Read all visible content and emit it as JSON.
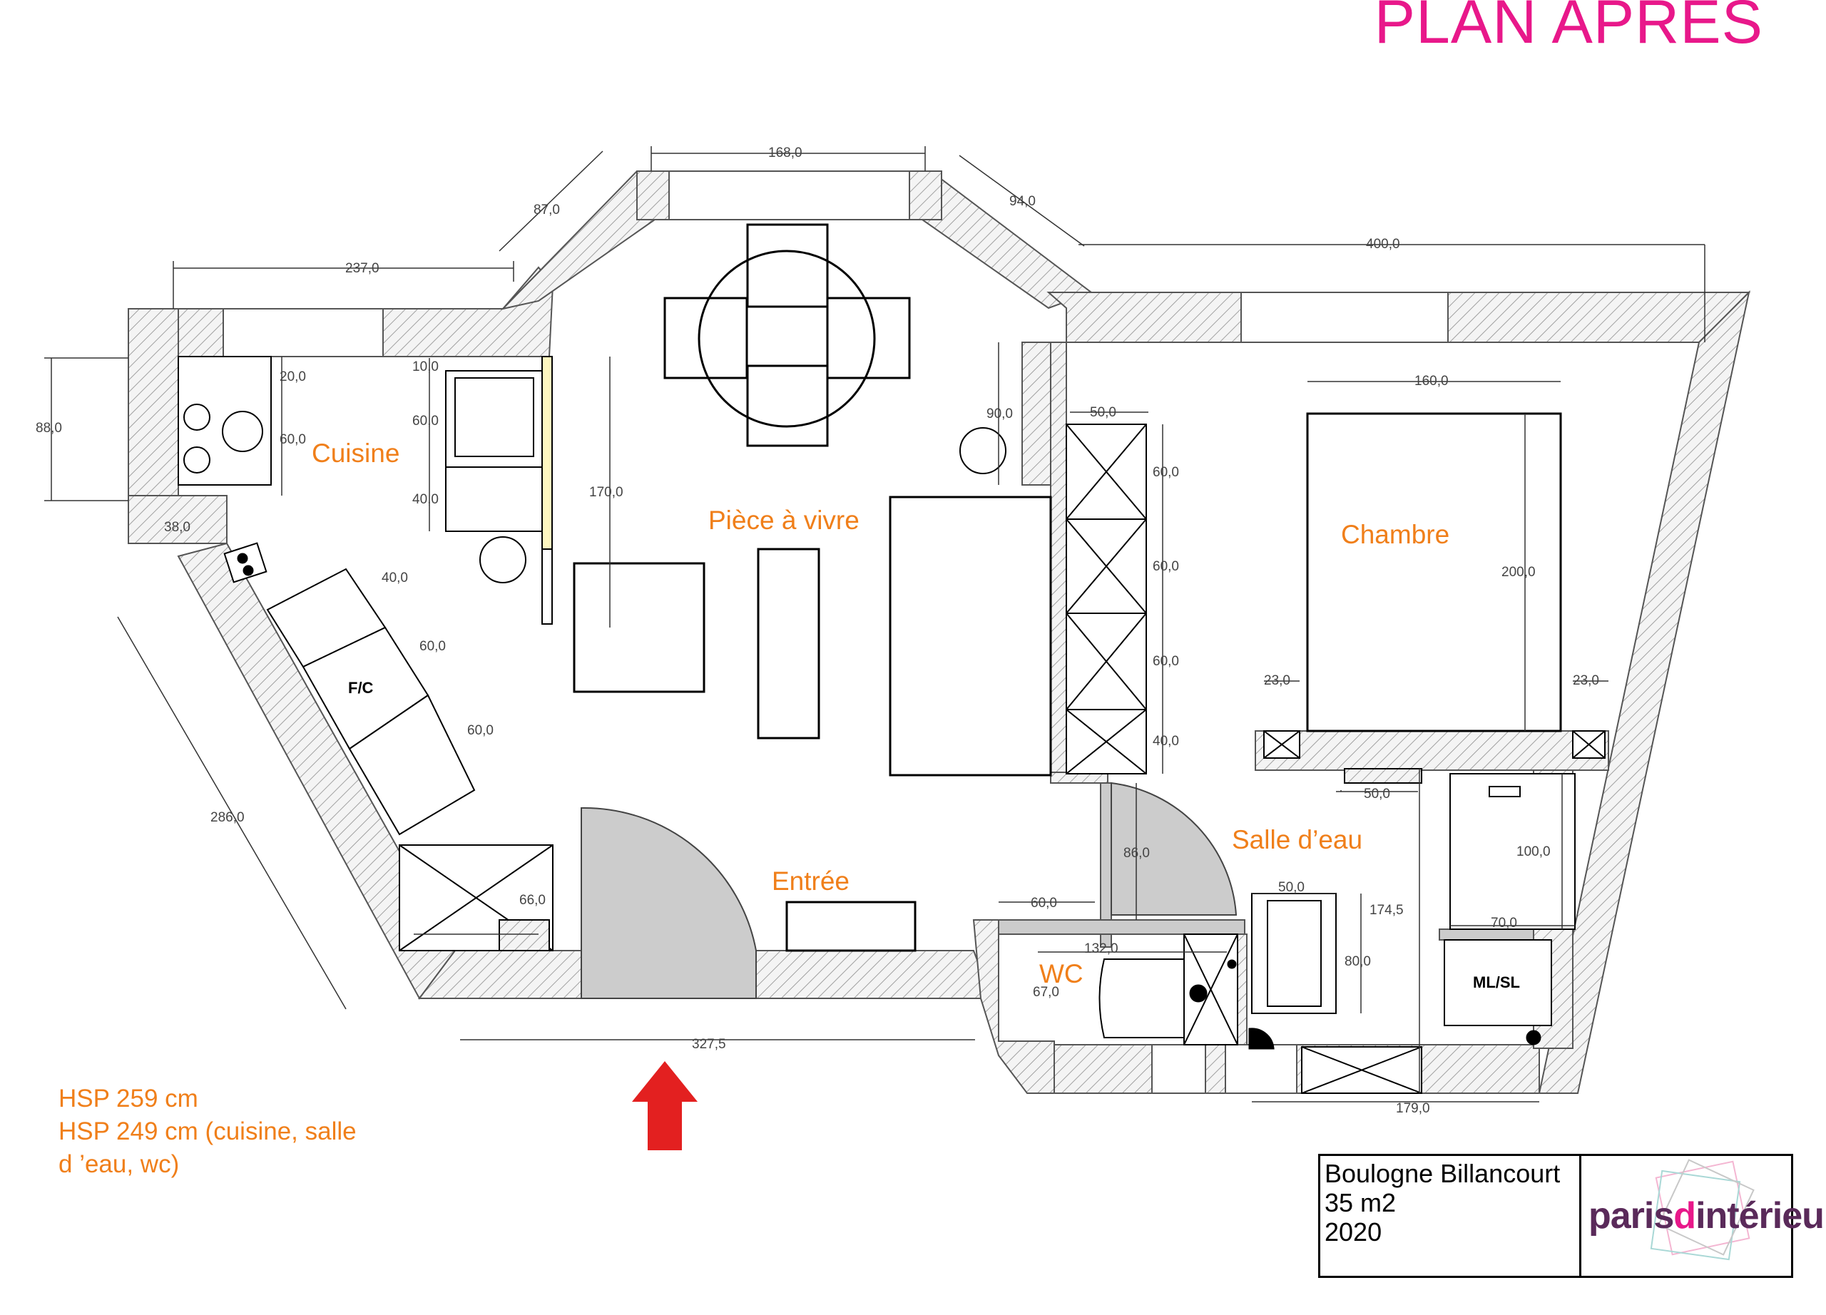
{
  "title": "PLAN APRES",
  "rooms": {
    "cuisine": "Cuisine",
    "piece_a_vivre": "Pièce à vivre",
    "chambre": "Chambre",
    "entree": "Entrée",
    "salle_d_eau": "Salle d’eau",
    "wc": "WC"
  },
  "equipment": {
    "fridge": "F/C",
    "washer": "ML/SL"
  },
  "dimensions": {
    "top_window": "168,0",
    "diag_left": "87,0",
    "diag_right": "94,0",
    "kitchen_width": "237,0",
    "bedroom_width": "400,0",
    "kitchen_height": "88,0",
    "hob_top": "20,0",
    "hob_depth": "60,0",
    "kitchen_corner": "38,0",
    "wall_seg_1": "10,0",
    "wall_seg_2": "60,0",
    "wall_seg_3": "40,0",
    "partition": "170,0",
    "column": "90,0",
    "wardrobe_depth": "50,0",
    "wardrobe_1": "60,0",
    "wardrobe_2": "60,0",
    "wardrobe_3": "60,0",
    "wardrobe_4": "40,0",
    "bed_width": "160,0",
    "bed_length": "200,0",
    "night_left": "23,0",
    "night_right": "23,0",
    "diag_unit_1": "40,0",
    "diag_unit_2": "60,0",
    "diag_unit_3": "60,0",
    "left_wall": "286,0",
    "entry_closet": "66,0",
    "entry_width": "327,5",
    "bath_door": "86,0",
    "wc_cabinet": "60,0",
    "wc_width": "132,0",
    "wc_depth": "67,0",
    "shower_width": "50,0",
    "shower_length": "80,0",
    "bath_height": "174,5",
    "bath_vanity": "50,0",
    "bath_cabinet": "100,0",
    "washer_width": "70,0",
    "bath_width": "179,0"
  },
  "notes": {
    "line1": "HSP 259 cm",
    "line2": "HSP 249 cm (cuisine, salle",
    "line3": "d ’eau, wc)"
  },
  "info": {
    "city": "Boulogne Billancourt",
    "area": "35 m2",
    "year": "2020"
  },
  "logo": {
    "part1": "paris",
    "part2": "d",
    "part3": "intérieur"
  },
  "colors": {
    "title": "#e8188a",
    "rooms": "#f07f1a",
    "entry_arrow": "#e32020",
    "door_swing": "#cccccc",
    "wall_hatch": "#a0a0a0"
  }
}
